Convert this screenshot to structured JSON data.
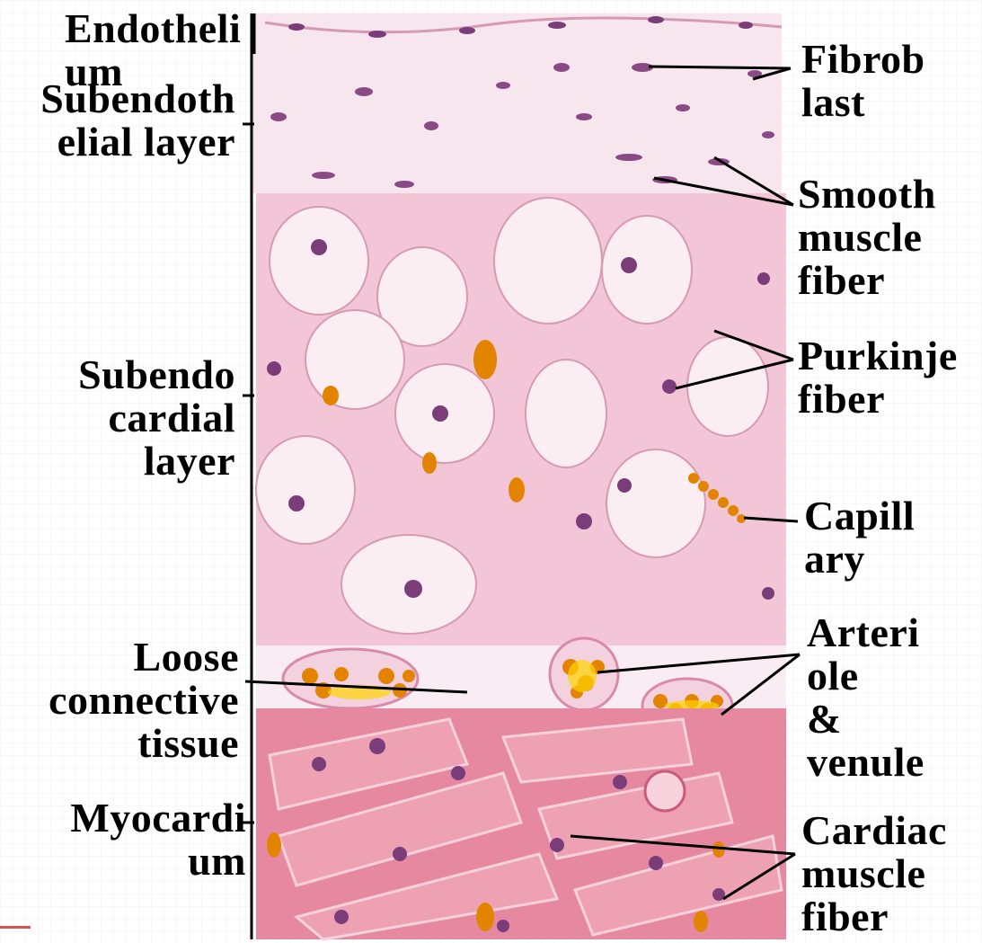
{
  "labels": {
    "endothelium": "Endotheli\num",
    "subendothelial": "Subendoth\nelial layer",
    "subendocardial": "Subendo\ncardial\nlayer",
    "loose_connective": "Loose\nconnective\ntissue",
    "myocardium": "Myocardi\num",
    "fibroblast": "Fibrob\nlast",
    "smooth_muscle": "Smooth\nmuscle\nfiber",
    "purkinje": "Purkinje\nfiber",
    "capillary": "Capill\nary",
    "arteriole_venule": "Arteri\nole\n&\nvenule",
    "cardiac_muscle": "Cardiac\nmuscle\nfiber"
  },
  "colors": {
    "tissue_light": "#f7e6ee",
    "tissue_pink": "#f2c6d6",
    "myocardium": "#e6889f",
    "nucleus": "#7a3d7a",
    "blood_cell": "#e38400",
    "blood_highlight": "#ffd400",
    "line": "#000000"
  }
}
